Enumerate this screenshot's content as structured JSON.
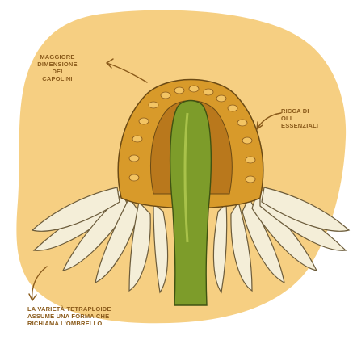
{
  "annotations": {
    "top": "MAGGIORE\nDIMENSIONE DEI\nCAPOLINI",
    "right": "RICCA DI\nOLI ESSENZIALI",
    "bottom": "LA VARIETÀ TETRAPLOIDE\nASSUME UNA FORMA CHE\nRICHIAMA L'OMBRELLO"
  },
  "colors": {
    "background_blob": "#f6cf82",
    "disc": "#d89a2a",
    "disc_dark": "#b9781c",
    "center_stem": "#7d9c2a",
    "petals": "#f4eed8",
    "petal_lines": "#6b5b3a",
    "label_text": "#8a5a1a",
    "arrow": "#8a5a1a"
  }
}
